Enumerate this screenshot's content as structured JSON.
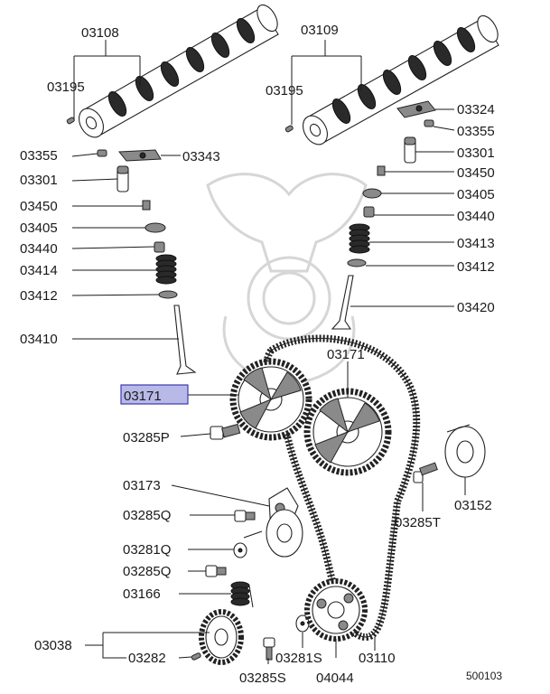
{
  "diagram": {
    "reference_number": "500103",
    "highlighted_part": "03171",
    "labels": {
      "camshaft_intake": "03108",
      "camshaft_exhaust": "03109",
      "pin_left": "03195",
      "pin_right": "03195",
      "rocker_pivot_left": "03355",
      "rocker_arm_left": "03343",
      "lash_adjuster_left": "03301",
      "retainer_lock_left": "03450",
      "spring_retainer_left": "03405",
      "valve_seal_left": "03440",
      "valve_spring_left": "03414",
      "spring_seat_left": "03412",
      "valve_intake": "03410",
      "rocker_arm_right": "03324",
      "rocker_pivot_right": "03355",
      "lash_adjuster_right": "03301",
      "retainer_lock_right": "03450",
      "spring_retainer_right": "03405",
      "valve_seal_right": "03440",
      "valve_spring_right": "03413",
      "spring_seat_right": "03412",
      "valve_exhaust": "03420",
      "sprocket_right": "03171",
      "sprocket_left_highlight": "03171",
      "sprocket_bolt": "03285P",
      "tensioner_arm": "03173",
      "bolt_q1": "03285Q",
      "washer_q": "03281Q",
      "bolt_q2": "03285Q",
      "tensioner_spring": "03166",
      "crank_sprocket": "03038",
      "key": "03282",
      "bolt_s": "03285S",
      "washer_s": "03281S",
      "idler_pulley": "04044",
      "timing_belt": "03110",
      "bolt_t": "03285T",
      "tensioner_pulley": "03152"
    }
  }
}
